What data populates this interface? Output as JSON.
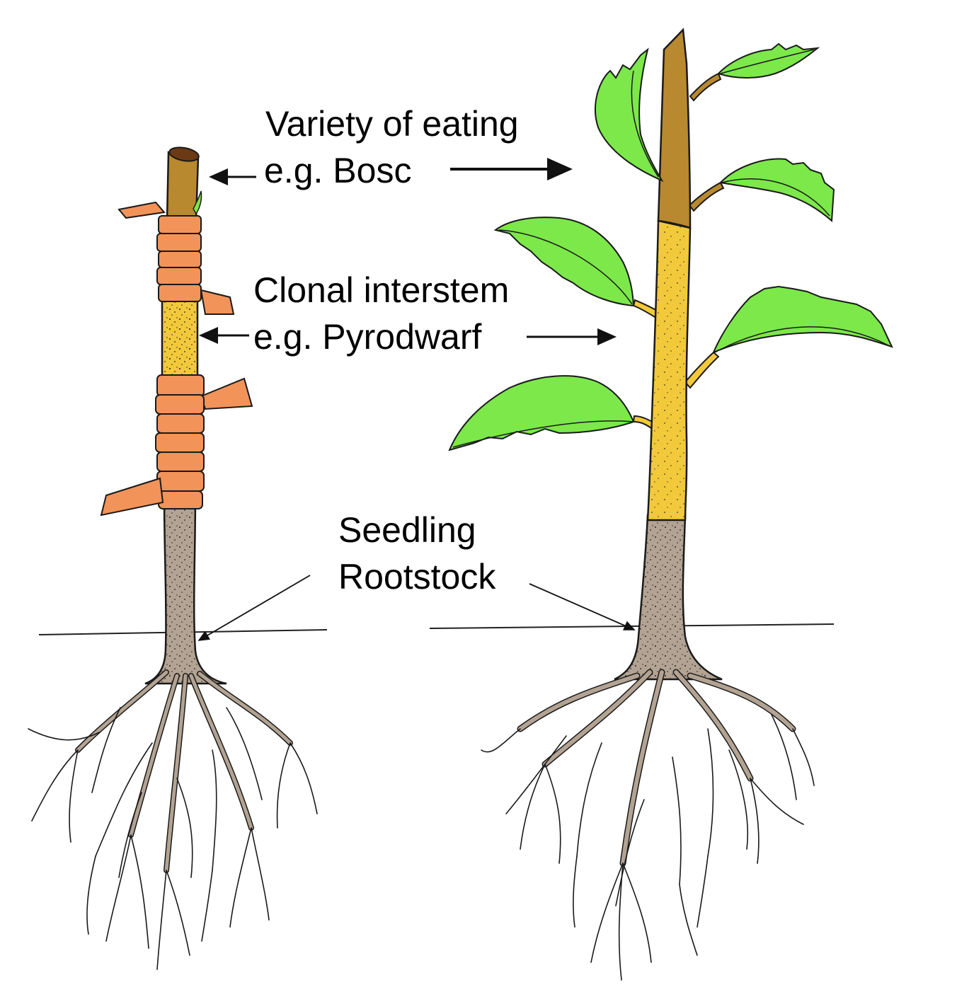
{
  "labels": {
    "variety_line1": "Variety of eating",
    "variety_line2": "e.g. Bosc",
    "interstem_line1": "Clonal interstem",
    "interstem_line2": "e.g. Pyrodwarf",
    "rootstock_line1": "Seedling",
    "rootstock_line2": "Rootstock"
  },
  "colors": {
    "scion_wood": "#b8892e",
    "interstem": "#f2c93a",
    "rootstock": "#b3a393",
    "grafting_tape": "#f2935a",
    "leaf": "#7ce84a",
    "outline": "#1a1a1a"
  }
}
